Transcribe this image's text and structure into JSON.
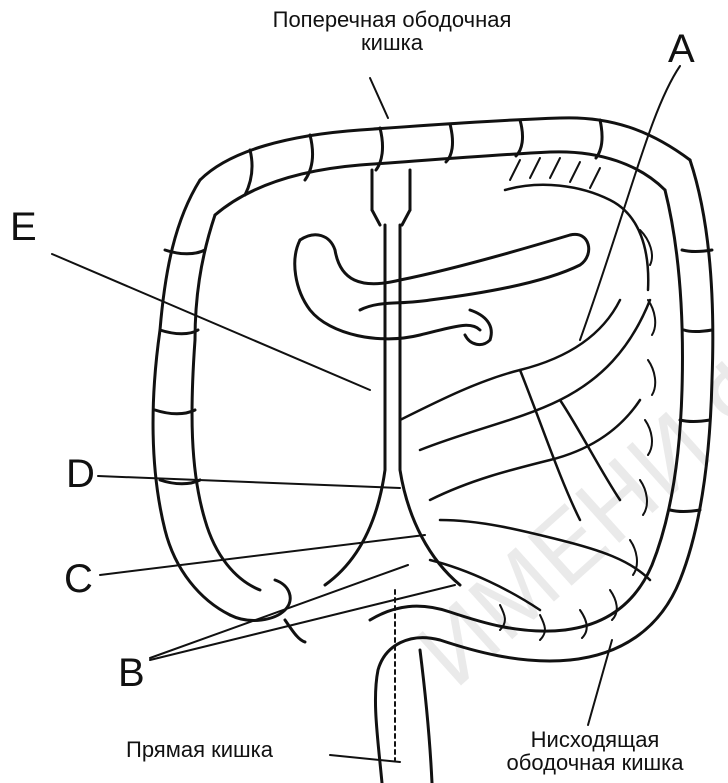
{
  "diagram": {
    "labels": {
      "transverse_colon": "Поперечная ободочная\nкишка",
      "A": "A",
      "E": "E",
      "D": "D",
      "C": "C",
      "B": "B",
      "rectum": "Прямая кишка",
      "descending_colon": "Нисходящая\nободочная кишка"
    },
    "watermark": "ИМЕНИ Ф. С"
  }
}
